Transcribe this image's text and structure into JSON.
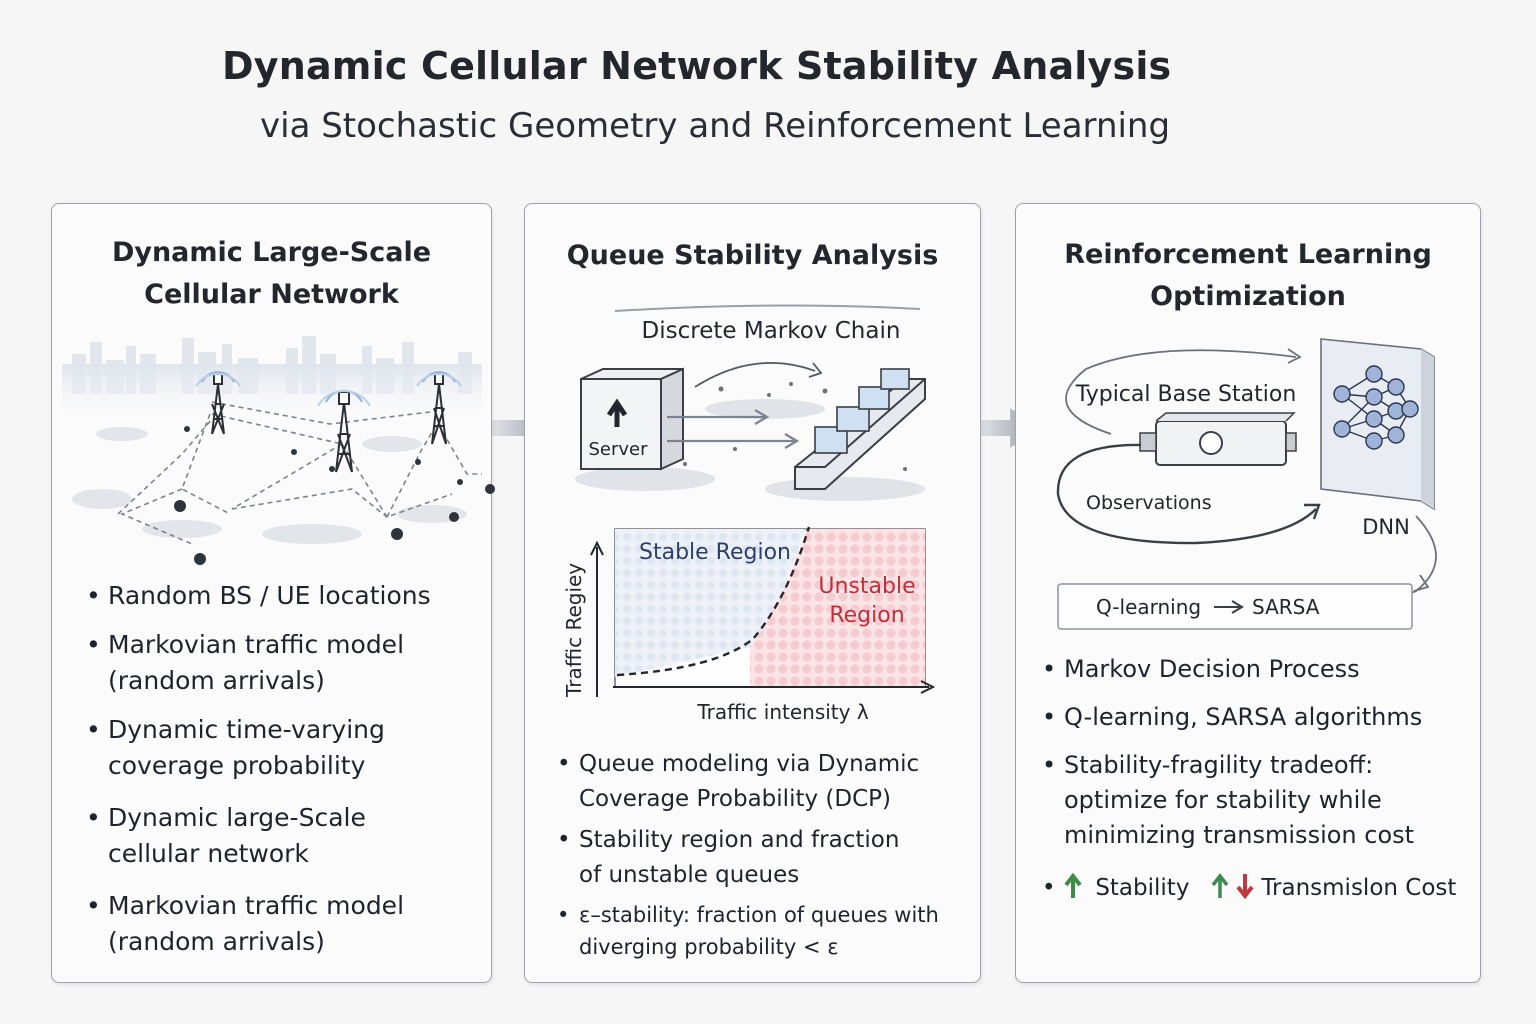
{
  "header": {
    "title": "Dynamic Cellular Network Stability Analysis",
    "subtitle": "via Stochastic Geometry and Reinforcement Learning"
  },
  "panel_1": {
    "title_line1": "Dynamic Large-Scale",
    "title_line2": "Cellular Network",
    "bullets": [
      {
        "l1": "Random BS / UE locations",
        "l2": ""
      },
      {
        "l1": "Markovian traffic model",
        "l2": "(random arrivals)"
      },
      {
        "l1": "Dynamic time-varying",
        "l2": "coverage probability"
      },
      {
        "l1": "Dynamic large-Scale",
        "l2": "cellular network"
      },
      {
        "l1": "Markovian traffic model",
        "l2": "(random arrivals)"
      }
    ]
  },
  "panel_2": {
    "title": "Queue Stability Analysis",
    "markov_label": "Discrete Markov Chain",
    "server_label": "Server",
    "plot": {
      "stable_label": "Stable Region",
      "unstable_label_line1": "Unstable",
      "unstable_label_line2": "Region",
      "ylabel": "Traffic Regiey",
      "xlabel": "Traffic intensity λ"
    },
    "bullets": [
      {
        "l1": "Queue modeling via Dynamic",
        "l2": "Coverage Probability (DCP)"
      },
      {
        "l1": "Stability region and fraction",
        "l2": "of unstable queues"
      },
      {
        "l1": "ε–stability: fraction of queues with",
        "l2": "diverging probability < ε"
      }
    ]
  },
  "panel_3": {
    "title_line1": "Reinforcement Learning",
    "title_line2": "Optimization",
    "bs_label": "Typical Base Station",
    "obs_label": "Observations",
    "dnn_label": "DNN",
    "algo_from": "Q-learning",
    "algo_to": "SARSA",
    "bullets": [
      {
        "l1": "Markov Decision Process",
        "l2": "",
        "l3": ""
      },
      {
        "l1": "Q-learning, SARSA algorithms",
        "l2": "",
        "l3": ""
      },
      {
        "l1": "Stability-fragility tradeoff:",
        "l2": "optimize for stability while",
        "l3": "minimizing transmission cost"
      }
    ],
    "stability_label": "Stability",
    "cost_label": "Transmislon Cost",
    "colors": {
      "up": "#3e8b4e",
      "down": "#c0393f"
    }
  }
}
